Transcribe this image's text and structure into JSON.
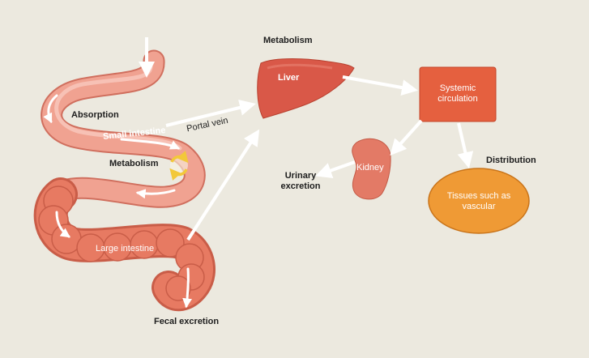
{
  "labels": {
    "metabolism_top": "Metabolism",
    "liver": "Liver",
    "systemic_circulation": "Systemic circulation",
    "absorption": "Absorption",
    "small_intestine": "Small intestine",
    "portal_vein": "Portal vein",
    "metabolism_gut": "Metabolism",
    "distribution": "Distribution",
    "kidney": "Kidney",
    "urinary_excretion": "Urinary excretion",
    "tissues": "Tissues such as vascular",
    "large_intestine": "Large intestine",
    "fecal_excretion": "Fecal excretion"
  },
  "colors": {
    "background": "#ece9df",
    "intestine": "#ea8a78",
    "intestine_light": "#f4b3a5",
    "liver": "#d95848",
    "systemic_box": "#e5603f",
    "kidney": "#e37a66",
    "tissues": "#ef9a35",
    "arrow": "#ffffff",
    "metabolism_arrows": "#f2c83a"
  }
}
